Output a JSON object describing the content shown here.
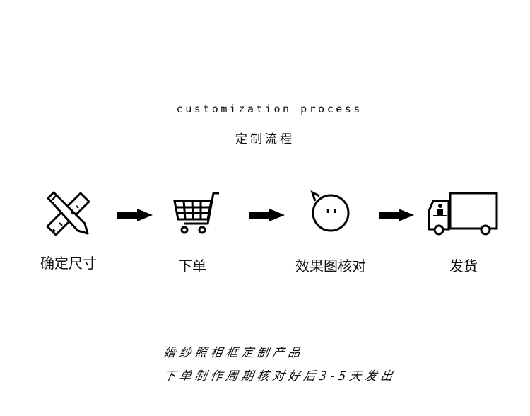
{
  "header": {
    "title_en": "_customization process",
    "title_cn": "定制流程"
  },
  "steps": [
    {
      "label": "确定尺寸",
      "icon": "ruler-pencil-icon"
    },
    {
      "label": "下单",
      "icon": "shopping-cart-icon"
    },
    {
      "label": "效果图核对",
      "icon": "speech-face-icon"
    },
    {
      "label": "发货",
      "icon": "delivery-truck-icon"
    }
  ],
  "notes": [
    "婚纱照相框定制产品",
    "下单制作周期核对好后3-5天发出"
  ]
}
